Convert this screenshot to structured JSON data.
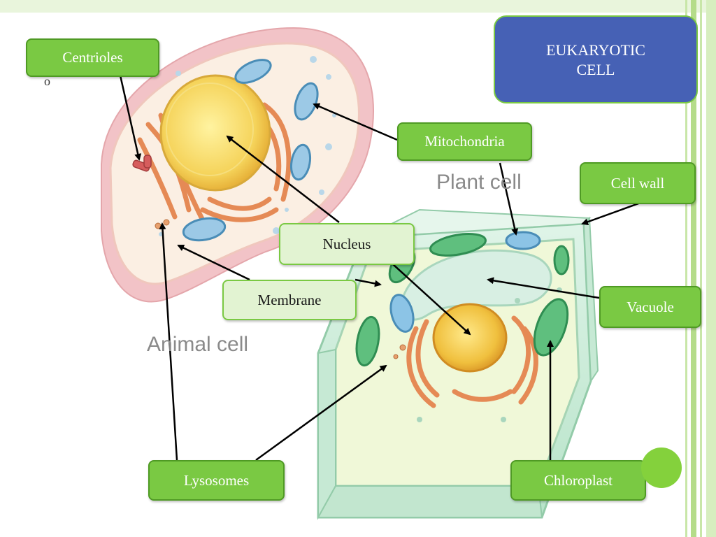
{
  "slide": {
    "title": "EUKARYOTIC\nCELL",
    "animal_cell_title": "Animal cell",
    "plant_cell_title": "Plant cell",
    "stray_text": "o"
  },
  "labels": {
    "centrioles": "Centrioles",
    "mitochondria": "Mitochondria",
    "cell_wall": "Cell wall",
    "nucleus": "Nucleus",
    "membrane": "Membrane",
    "vacuole": "Vacuole",
    "lysosomes": "Lysosomes",
    "chloroplast": "Chloroplast"
  },
  "colors": {
    "label_green": "#7ac943",
    "label_border": "#4f9a24",
    "title_blue": "#4661b5",
    "pale_label": "#e2f3d2",
    "animal_membrane": "#f2c9cc",
    "plant_wall": "#cfeedd"
  }
}
